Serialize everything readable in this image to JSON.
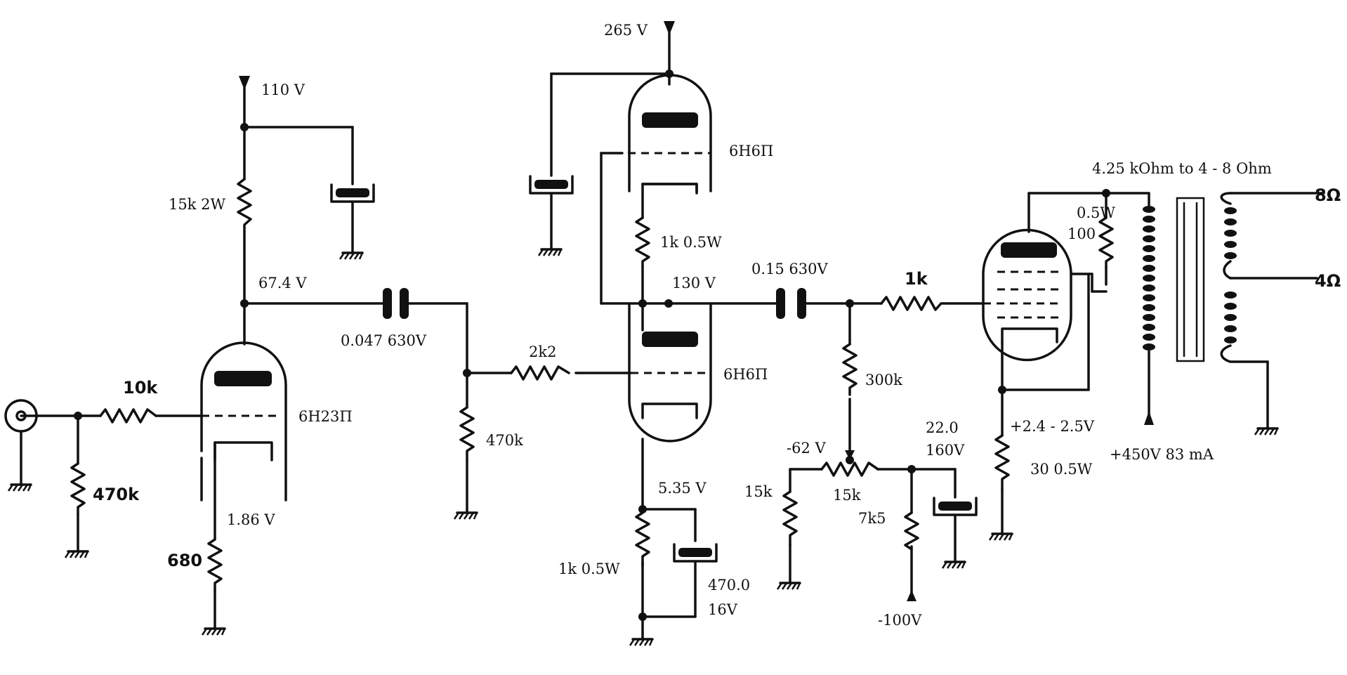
{
  "labels": {
    "v110": "110 V",
    "v265": "265 V",
    "r15k2w": "15k 2W",
    "v67_4": "67.4 V",
    "c0047": "0.047 630V",
    "r10k": "10k",
    "r470k_in": "470k",
    "t6h23p": "6H23П",
    "v1_86": "1.86 V",
    "r680": "680",
    "r470k_grid": "470k",
    "r2k2": "2k2",
    "t6h6p_top": "6H6П",
    "t6h6p_bot": "6H6П",
    "r1k05_top": "1k 0.5W",
    "v130": "130 V",
    "c015": "0.15 630V",
    "v5_35": "5.35 V",
    "r1k05_bot": "1k 0.5W",
    "c470_val": "470.0",
    "c470_v": "16V",
    "r1k": "1k",
    "r300k": "300k",
    "v_62": "-62 V",
    "c22_val": "22.0",
    "c22_v": "160V",
    "r15k_a": "15k",
    "r15k_b": "15k",
    "r7k5": "7k5",
    "v_100": "-100V",
    "r05w": "0.5W",
    "r100": "100",
    "v2_4": "+2.4 - 2.5V",
    "r30": "30 0.5W",
    "xfmr": "4.25 kOhm to 4 - 8 Ohm",
    "v450": "+450V 83 mA",
    "out8": "8Ω",
    "out4": "4Ω"
  }
}
